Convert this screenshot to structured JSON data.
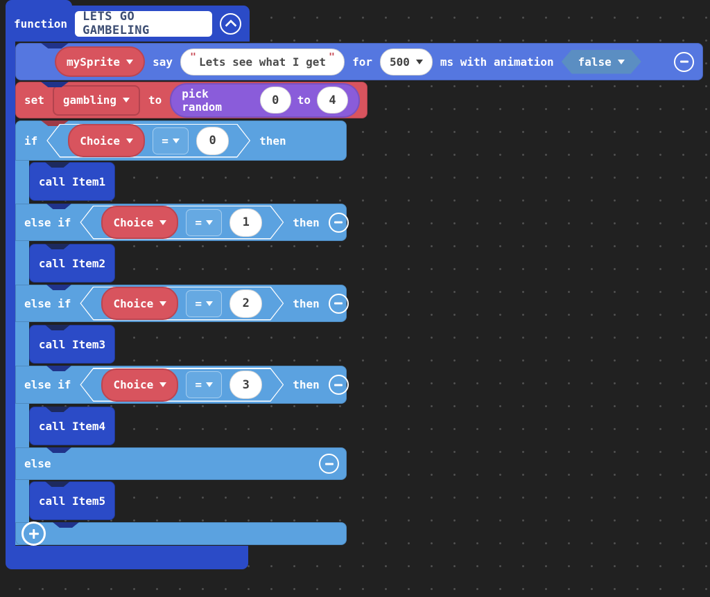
{
  "workspace": {
    "background": "#212121",
    "dot_color": "#525252"
  },
  "colors": {
    "function_blue": "#2B4BC7",
    "sprite_blue": "#5577E0",
    "logic_blue": "#5BA2E0",
    "variable_red": "#D8545E",
    "math_purple": "#8A5CDA",
    "boolean_teal": "#5B8EC2"
  },
  "function": {
    "keyword": "function",
    "name": "LETS GO GAMBELING"
  },
  "say": {
    "sprite": "mySprite",
    "say_label": "say",
    "open_quote": "\"",
    "text": "Lets see what I get",
    "close_quote": "\"",
    "for_label": "for",
    "duration": "500",
    "suffix_label": "ms with animation",
    "animation_value": "false"
  },
  "set": {
    "set_label": "set",
    "variable": "gambling",
    "to_label": "to",
    "random_label": "pick random",
    "min": "0",
    "random_to_label": "to",
    "max": "4"
  },
  "conditional": {
    "if_label": "if",
    "elseif_label": "else if",
    "else_label": "else",
    "then_label": "then",
    "branches": [
      {
        "variable": "Choice",
        "operator": "=",
        "value": "0",
        "call_label": "call Item1"
      },
      {
        "variable": "Choice",
        "operator": "=",
        "value": "1",
        "call_label": "call Item2"
      },
      {
        "variable": "Choice",
        "operator": "=",
        "value": "2",
        "call_label": "call Item3"
      },
      {
        "variable": "Choice",
        "operator": "=",
        "value": "3",
        "call_label": "call Item4"
      },
      {
        "call_label": "call Item5"
      }
    ]
  }
}
